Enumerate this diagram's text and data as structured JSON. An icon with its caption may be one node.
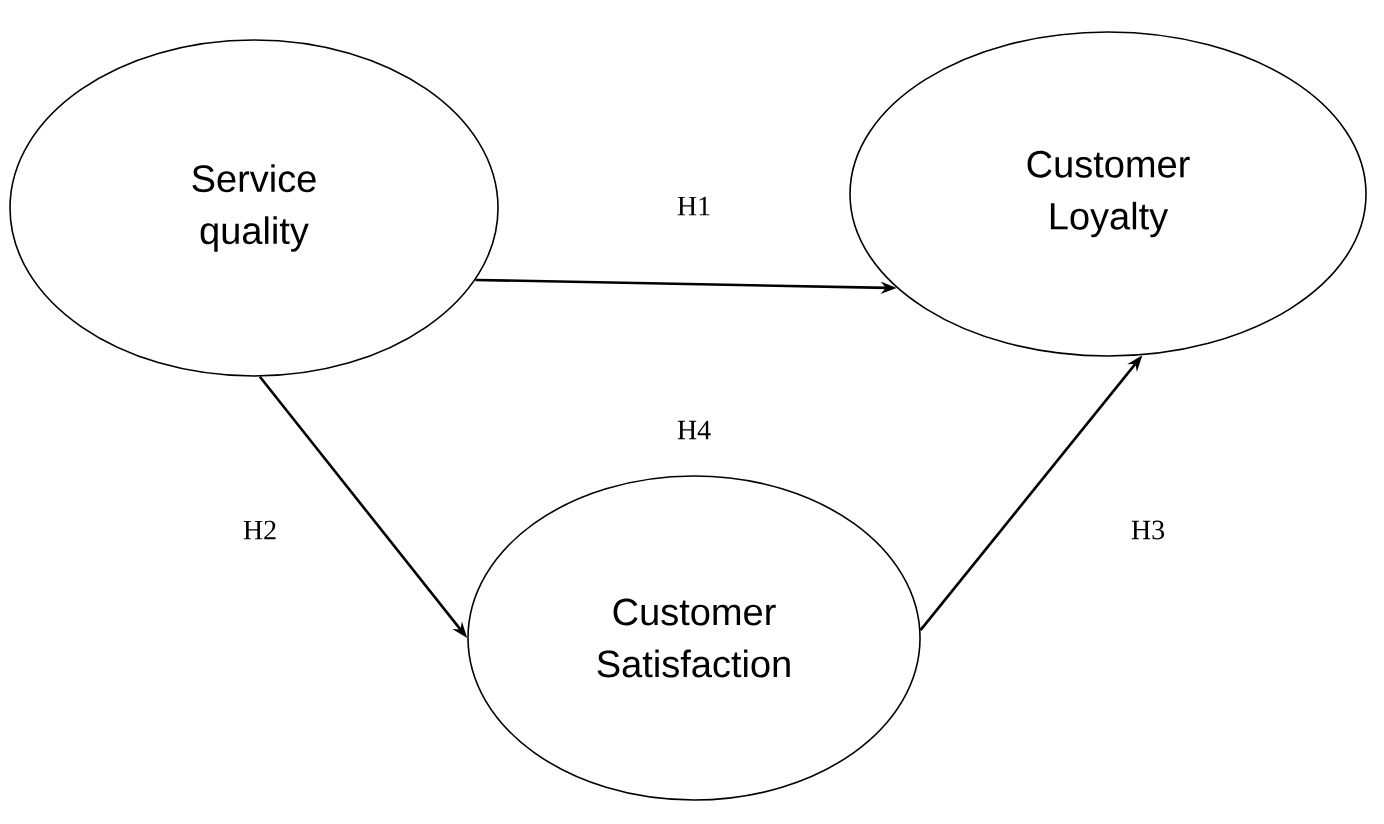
{
  "diagram": {
    "nodes": [
      {
        "text": [
          "Service quality"
        ]
      },
      {
        "text": [
          "Customer Loyalty"
        ]
      },
      {
        "text": [
          "Customer Satisfaction"
        ]
      }
    ],
    "edges": [
      {
        "from": 0,
        "to": 1,
        "arrow": "to",
        "label": "H1"
      },
      {
        "from": 0,
        "to": 2,
        "arrow": "to",
        "label": "H2"
      },
      {
        "from": 2,
        "to": 1,
        "arrow": "to",
        "label": "H3"
      }
    ],
    "labels": [
      "H4"
    ]
  }
}
